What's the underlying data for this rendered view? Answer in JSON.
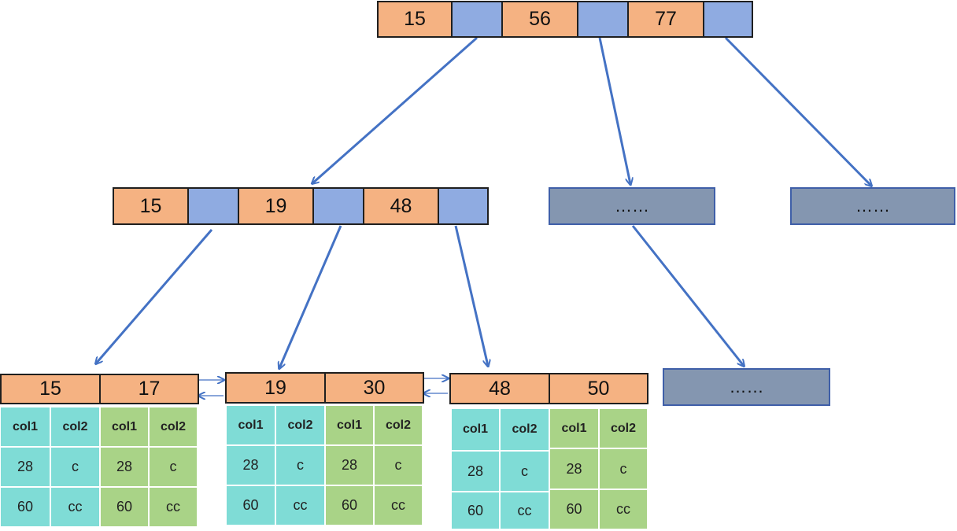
{
  "root": {
    "keys": [
      "15",
      "56",
      "77"
    ]
  },
  "internal": {
    "left": {
      "keys": [
        "15",
        "19",
        "48"
      ]
    },
    "middle": {
      "text": "……"
    },
    "right": {
      "text": "……"
    }
  },
  "leaves": [
    {
      "keys": [
        "15",
        "17"
      ],
      "headers": [
        "col1",
        "col2",
        "col1",
        "col2"
      ],
      "rows": [
        [
          "28",
          "c",
          "28",
          "c"
        ],
        [
          "60",
          "cc",
          "60",
          "cc"
        ]
      ]
    },
    {
      "keys": [
        "19",
        "30"
      ],
      "headers": [
        "col1",
        "col2",
        "col1",
        "col2"
      ],
      "rows": [
        [
          "28",
          "c",
          "28",
          "c"
        ],
        [
          "60",
          "cc",
          "60",
          "cc"
        ]
      ]
    },
    {
      "keys": [
        "48",
        "50"
      ],
      "headers": [
        "col1",
        "col2",
        "col1",
        "col2"
      ],
      "rows": [
        [
          "28",
          "c",
          "28",
          "c"
        ],
        [
          "60",
          "cc",
          "60",
          "cc"
        ]
      ]
    }
  ],
  "leaf_ellipsis": {
    "text": "……"
  },
  "colors": {
    "key": "#f5b282",
    "pointer": "#8fabe1",
    "ellipsis": "#8496b0",
    "arrow": "#4472c4",
    "teal": "#7fdcd6",
    "green": "#a9d387"
  }
}
